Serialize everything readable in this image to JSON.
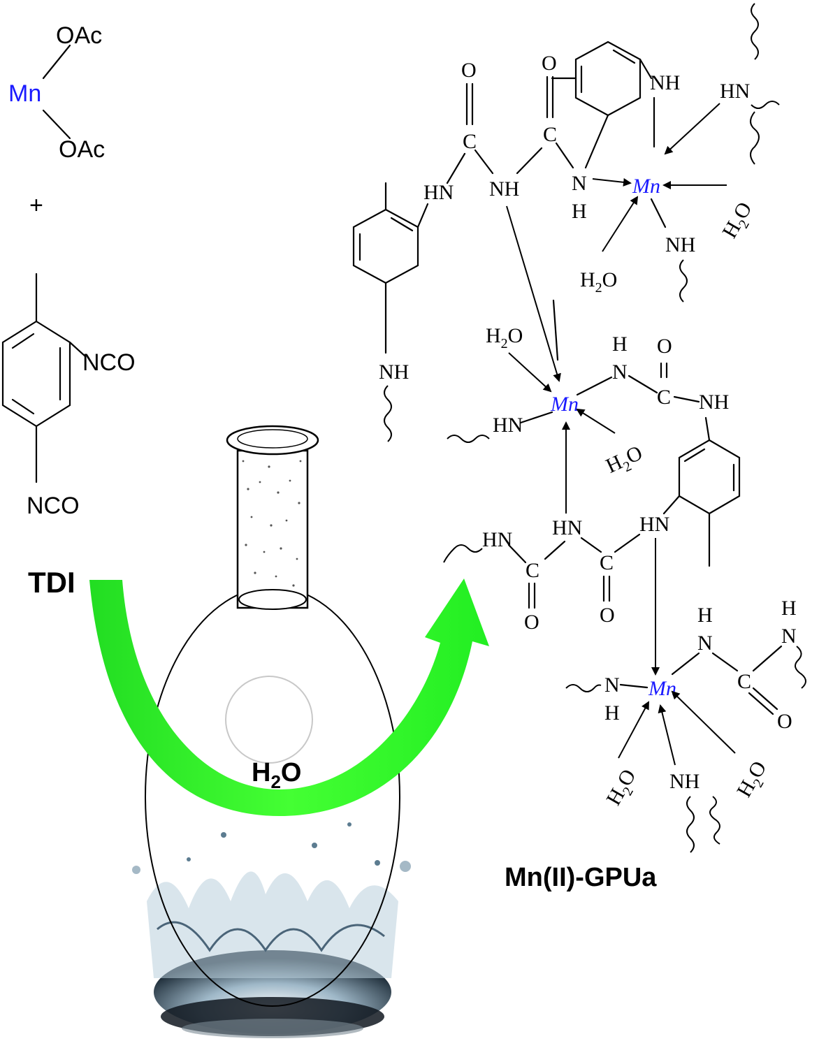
{
  "reactants": {
    "mn_acetate": {
      "metal": "Mn",
      "ligand_top": "OAc",
      "ligand_bottom": "OAc"
    },
    "plus": "+",
    "tdi": {
      "group_1": "NCO",
      "group_2": "NCO",
      "name": "TDI"
    }
  },
  "solvent": {
    "h": "H",
    "sub": "2",
    "o": "O"
  },
  "product": {
    "name": "Mn(II)-GPUa",
    "metal": "Mn",
    "atoms": {
      "nh": "NH",
      "hn": "HN",
      "n": "N",
      "h": "H",
      "c": "C",
      "o": "O",
      "water_h": "H",
      "water_sub": "2",
      "water_o": "O"
    }
  },
  "colors": {
    "arrow": "#33ee22",
    "metal": "#1a1aff",
    "ink": "#000000"
  },
  "icons": {
    "flask": "round-bottom-flask-icon",
    "splash": "water-splash-icon"
  }
}
